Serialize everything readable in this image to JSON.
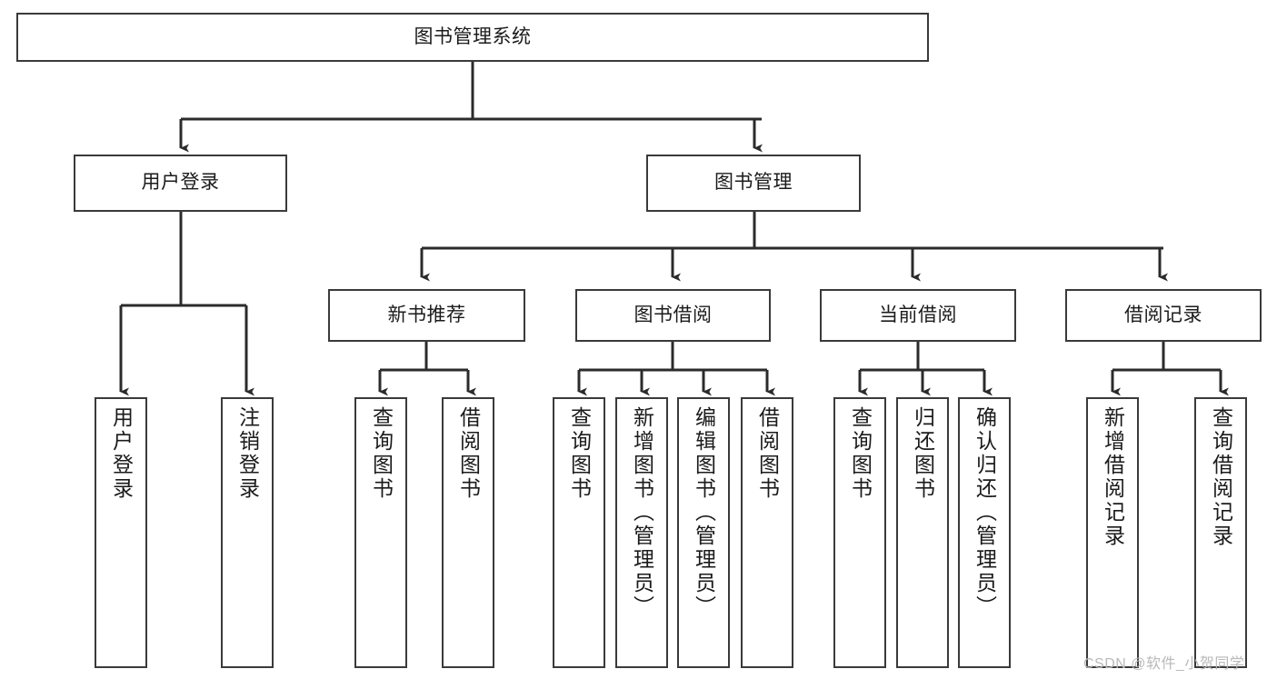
{
  "diagram": {
    "title": "图书管理系统",
    "type": "tree-hierarchy-chart",
    "colors": {
      "background": "#ffffff",
      "box_border": "#3a3a3a",
      "connector": "#2b2b2b",
      "text": "#1b1b1b",
      "watermark": "#b9b9b9"
    },
    "root": {
      "label": "图书管理系统"
    },
    "level2": [
      {
        "label": "用户登录"
      },
      {
        "label": "图书管理"
      }
    ],
    "level3": [
      {
        "label": "新书推荐"
      },
      {
        "label": "图书借阅"
      },
      {
        "label": "当前借阅"
      },
      {
        "label": "借阅记录"
      }
    ],
    "leaves": {
      "user_login": [
        {
          "label": "用户登录"
        },
        {
          "label": "注销登录"
        }
      ],
      "new_book_recommend": [
        {
          "label": "查询图书"
        },
        {
          "label": "借阅图书"
        }
      ],
      "book_borrow": [
        {
          "label": "查询图书"
        },
        {
          "label": "新增图书（管理员）"
        },
        {
          "label": "编辑图书（管理员）"
        },
        {
          "label": "借阅图书"
        }
      ],
      "current_borrow": [
        {
          "label": "查询图书"
        },
        {
          "label": "归还图书"
        },
        {
          "label": "确认归还（管理员）"
        }
      ],
      "borrow_record": [
        {
          "label": "新增借阅记录"
        },
        {
          "label": "查询借阅记录"
        }
      ]
    },
    "watermark": "CSDN @软件_小贺同学"
  }
}
